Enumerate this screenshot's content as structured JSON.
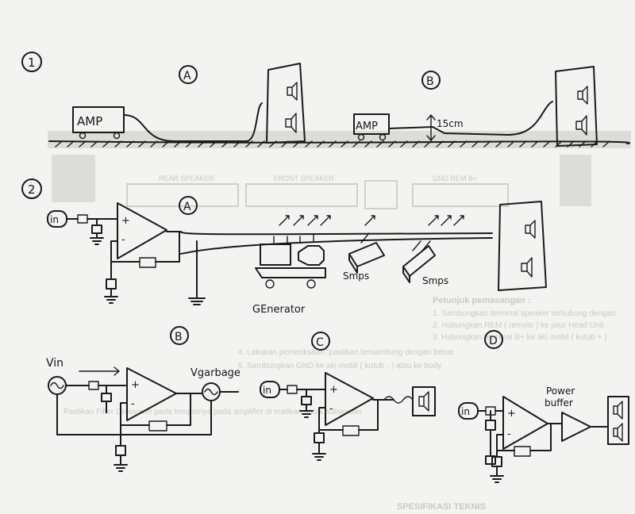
{
  "markers": {
    "n1": "1",
    "n2": "2",
    "s1a": "A",
    "s1b": "B",
    "s2a": "A",
    "s2b": "B",
    "s2c": "C",
    "s2d": "D"
  },
  "labels": {
    "amp_a": "AMP",
    "amp_b": "AMP",
    "distance": "15cm",
    "in_2": "in",
    "smps_1": "Smps",
    "smps_2": "Smps",
    "generator": "GEnerator",
    "vin": "Vin",
    "vgarbage": "Vgarbage",
    "in_c": "in",
    "in_d": "in",
    "power_buffer_1": "Power",
    "power_buffer_2": "buffer",
    "opamp_plus": "+",
    "opamp_minus": "-"
  },
  "bleed_through": {
    "header_rear": "REAR SPEAKER",
    "header_front": "FRONT SPEAKER",
    "header_gnd": "GND REM B+",
    "title": "Petunjuk pemasangan :",
    "line1": "1. Sambungkan terminal speaker terhubung dengan",
    "line2": "2. Hubungkan REM ( remote ) ke jalur Head Unit",
    "line3": "3. Hubungkan terminal B+ ke aki mobil ( kutub + )",
    "line4": "4. Lakukan pemeriksaan, pastikan tersambung dengan benar",
    "line5": "5. Sambungkan GND ke aki mobil ( kutub - ) atau ke body",
    "footer": "Pastikan Filter Crossover pada tempatnya pada amplifier di matikan untuk subwoofer",
    "spec": "SPESIFIKASI TEKNIS"
  },
  "colors": {
    "ink": "#1a1a1a",
    "paper": "#f3f3f1",
    "bleed": "#c9c9c6"
  }
}
